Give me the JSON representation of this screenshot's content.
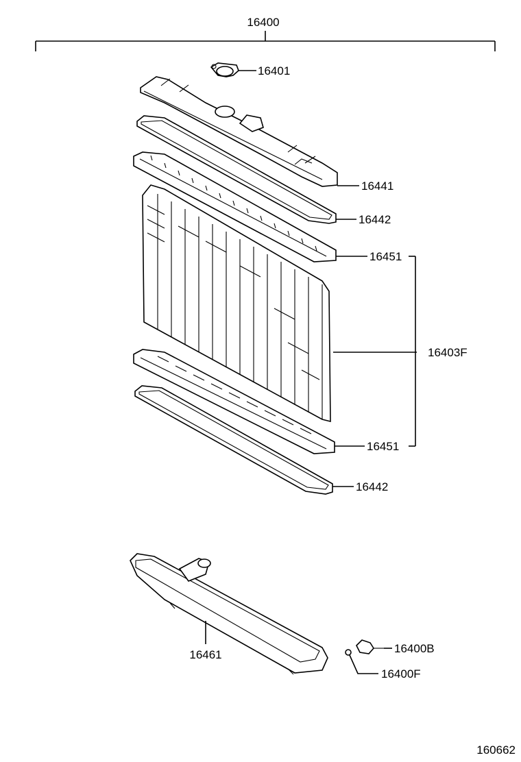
{
  "assembly": {
    "number": "16400"
  },
  "parts": {
    "cap": "16401",
    "upper_tank": "16441",
    "upper_gasket": "16442",
    "upper_plate": "16451",
    "core": "16403F",
    "lower_plate": "16451",
    "lower_gasket": "16442",
    "lower_tank": "16461",
    "drain_cock": "16400B",
    "drain_ring": "16400F"
  },
  "illustration_id": "160662"
}
